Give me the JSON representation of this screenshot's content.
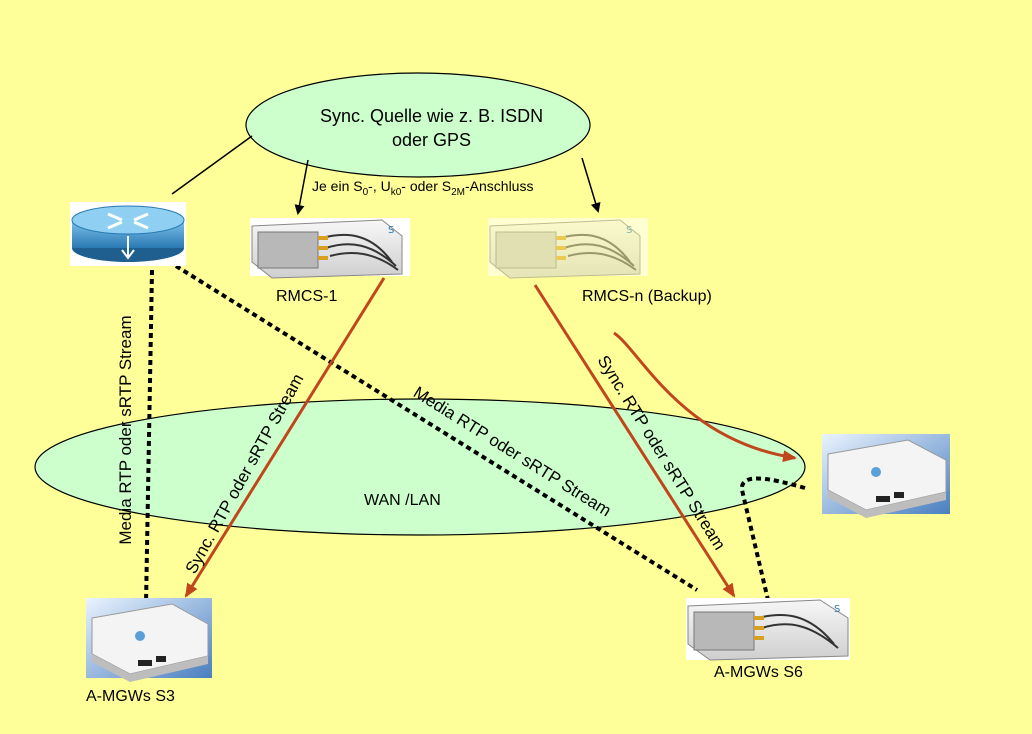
{
  "sync_source": {
    "line1": "Sync. Quelle wie z. B. ISDN",
    "line2": "oder GPS"
  },
  "connection_label": {
    "prefix": "Je ein S",
    "s0_sub": "0",
    "mid1": "-, U",
    "uk0_sub": "k0",
    "mid2": "- oder S",
    "s2m_sub": "2M",
    "suffix": "-Anschluss"
  },
  "nodes": {
    "rmcs1": "RMCS-1",
    "rmcsn": "RMCS-n (Backup)",
    "amgw_s3": "A-MGWs S3",
    "amgw_s6": "A-MGWs S6"
  },
  "network": {
    "label": "WAN /LAN"
  },
  "streams": {
    "media_vertical": "Media RTP oder sRTP Stream",
    "media_diagonal": "Media RTP oder sRTP Stream",
    "sync_left": "Sync. RTP oder sRTP Stream",
    "sync_right": "Sync. RTP oder sRTP Stream"
  },
  "colors": {
    "background": "#ffff99",
    "ellipse_fill": "#ccffcc",
    "sync_arrow": "#c0461c",
    "router": "#2b7fb8"
  }
}
